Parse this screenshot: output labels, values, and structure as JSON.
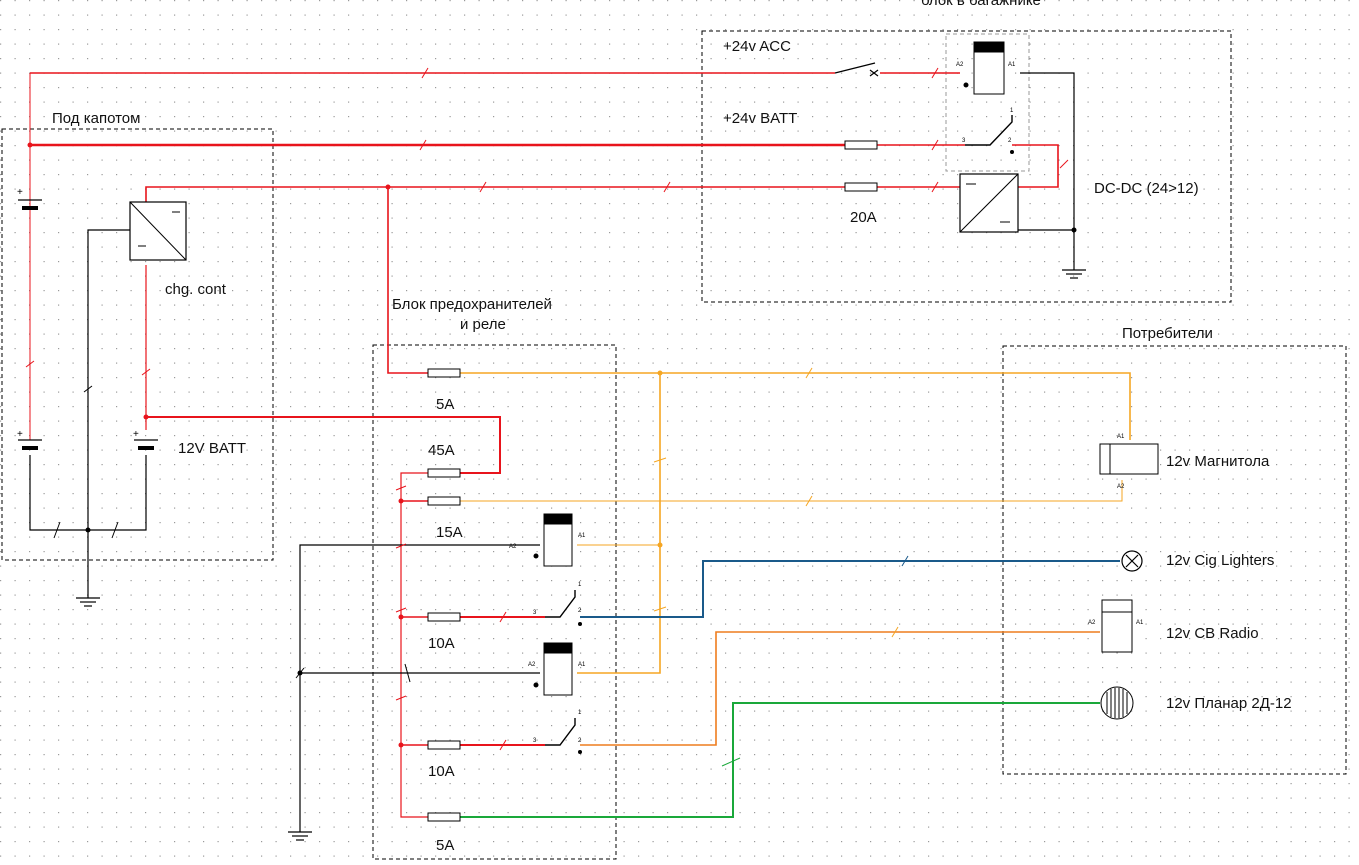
{
  "labels": {
    "trunk_block": "блок в багажнике",
    "under_hood": "Под капотом",
    "acc": "+24v ACC",
    "batt24": "+24v BATT",
    "dcdc": "DC-DC (24>12)",
    "fuse_20a": "20A",
    "chg_cont": "chg. cont",
    "batt12": "12V BATT",
    "fuse_block": "Блок предохранителей",
    "fuse_block_2": "и реле",
    "consumers": "Потребители",
    "fuse_5a_top": "5A",
    "fuse_45a": "45A",
    "fuse_15a": "15A",
    "fuse_10a_1": "10A",
    "fuse_10a_2": "10A",
    "fuse_5a_bottom": "5A",
    "magnitola": "12v Магнитола",
    "cig": "12v Cig Lighters",
    "cb": "12v CB Radio",
    "planar": "12v Планар 2Д-12"
  },
  "colors": {
    "red": "#e8141c",
    "orange": "#f5a623",
    "blue": "#1a5a8a",
    "green": "#1aa83a",
    "black": "#000000"
  }
}
